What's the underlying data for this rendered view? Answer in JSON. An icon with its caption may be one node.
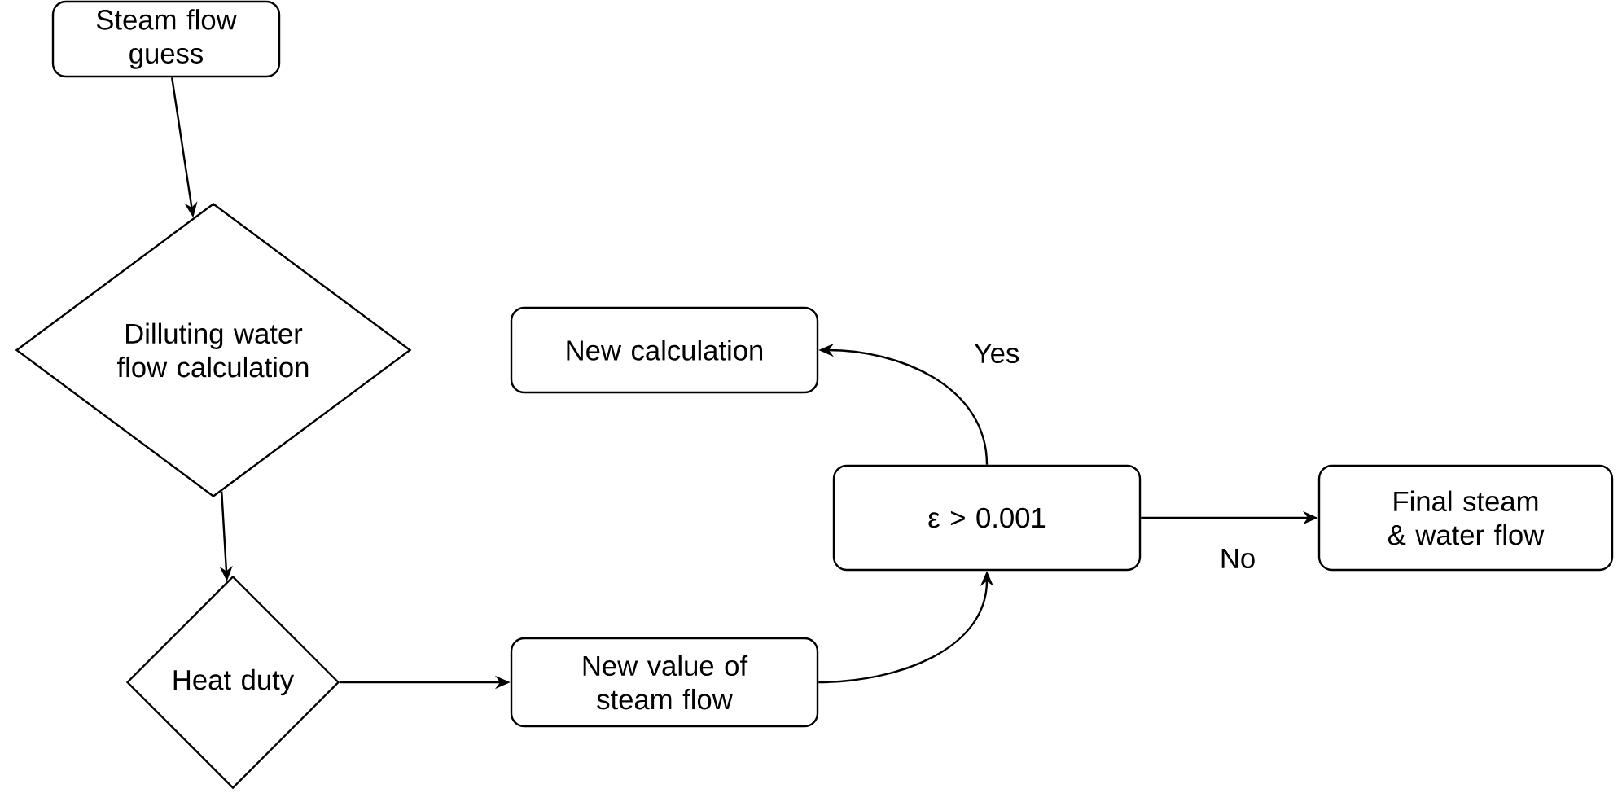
{
  "diagram": {
    "nodes": [
      {
        "text": [
          "Steam flow guess"
        ]
      },
      {
        "text": [
          "Dilluting water flow calculation"
        ]
      },
      {
        "text": [
          "Heat duty"
        ]
      },
      {
        "text": [
          "New calculation"
        ]
      },
      {
        "text": [
          "ε > 0.001"
        ]
      },
      {
        "text": [
          "New value of steam flow"
        ]
      },
      {
        "text": [
          "Final steam & water flow"
        ]
      }
    ],
    "edges": [
      {
        "from": 0,
        "to": 1,
        "arrow": "to"
      },
      {
        "from": 1,
        "to": 2,
        "arrow": "to"
      },
      {
        "from": 2,
        "to": 5,
        "arrow": "to"
      },
      {
        "from": 5,
        "to": 4,
        "arrow": "to"
      },
      {
        "from": 4,
        "to": 3,
        "arrow": "to",
        "label": "Yes"
      },
      {
        "from": 4,
        "to": 6,
        "arrow": "to",
        "label": "No"
      }
    ]
  }
}
